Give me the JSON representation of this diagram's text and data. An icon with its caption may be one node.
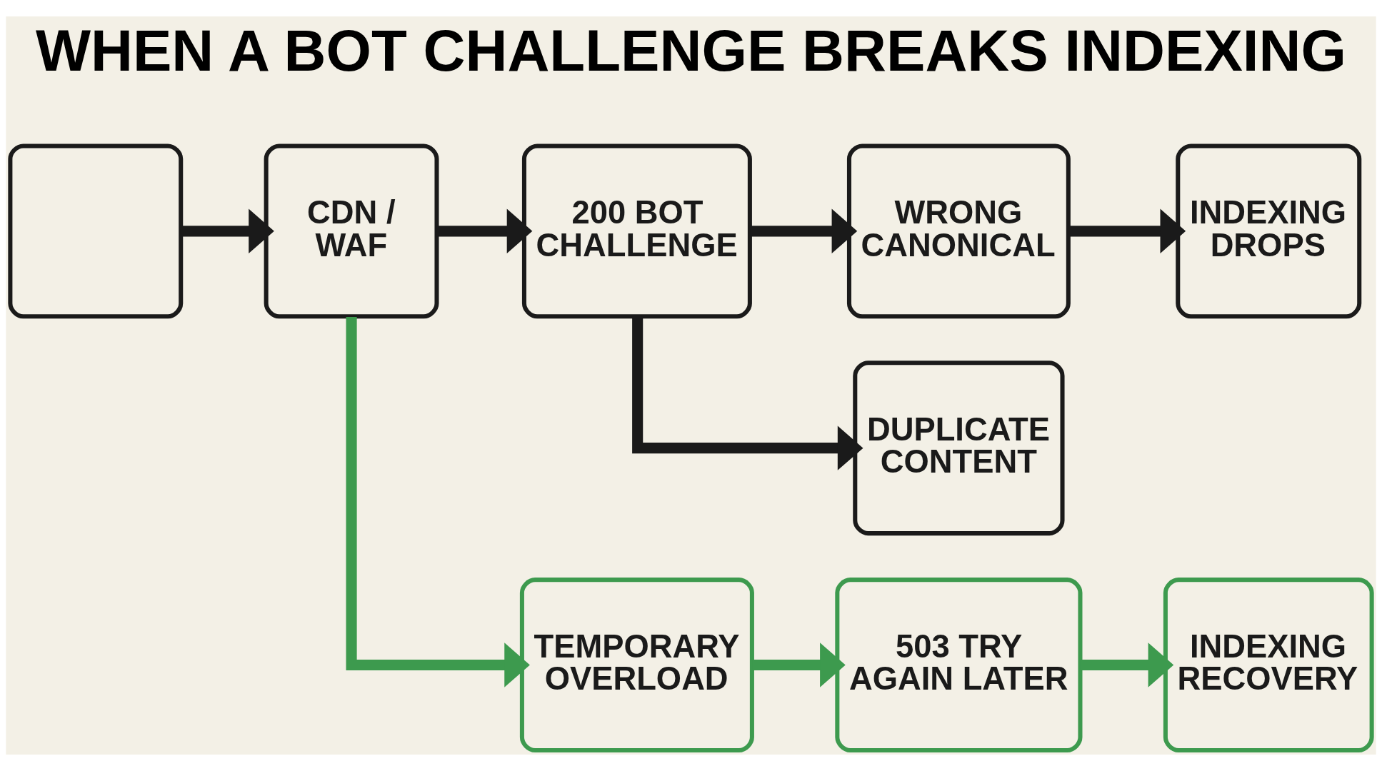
{
  "diagram": {
    "title": "WHEN A BOT CHALLENGE BREAKS INDEXING",
    "nodes": [
      {
        "text": [],
        "shape": "box"
      },
      {
        "text": [
          "CDN / WAF"
        ]
      },
      {
        "text": [
          "200 BOT CHALLENGE"
        ]
      },
      {
        "text": [
          "WRONG CANONICAL"
        ]
      },
      {
        "text": [
          "INDEXING DROPS"
        ]
      },
      {
        "text": [
          "DUPLICATE CONTENT"
        ]
      },
      {
        "text": [
          "TEMPORARY OVERLOAD"
        ]
      },
      {
        "text": [
          "503 TRY AGAIN LATER"
        ]
      },
      {
        "text": [
          "INDEXING RECOVERY"
        ]
      }
    ],
    "edges": [
      {
        "from": 0,
        "to": 1,
        "arrow": "to"
      },
      {
        "from": 1,
        "to": 2,
        "arrow": "to"
      },
      {
        "from": 2,
        "to": 3,
        "arrow": "to"
      },
      {
        "from": 3,
        "to": 4,
        "arrow": "to"
      },
      {
        "from": 2,
        "to": 5,
        "arrow": "to"
      },
      {
        "from": 1,
        "to": 6,
        "arrow": "to",
        "color": "#3d9a4e"
      },
      {
        "from": 6,
        "to": 7,
        "arrow": "to",
        "color": "#3d9a4e"
      },
      {
        "from": 7,
        "to": 8,
        "arrow": "to",
        "color": "#3d9a4e"
      }
    ]
  }
}
